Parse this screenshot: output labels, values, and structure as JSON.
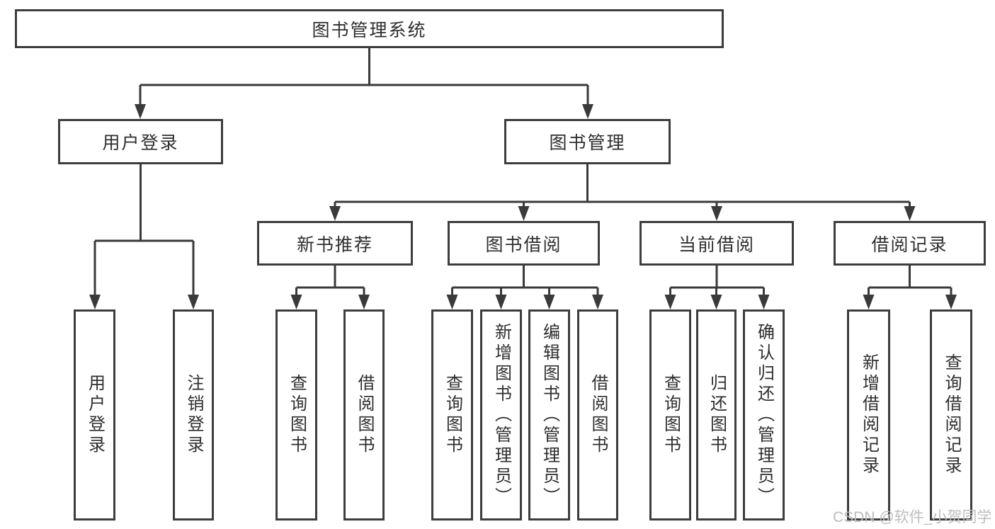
{
  "tree": {
    "root": {
      "label": "图书管理系统",
      "children": [
        {
          "label": "用户登录",
          "children": [
            {
              "label": "用户登录"
            },
            {
              "label": "注销登录"
            }
          ]
        },
        {
          "label": "图书管理",
          "children": [
            {
              "label": "新书推荐",
              "children": [
                {
                  "label": "查询图书"
                },
                {
                  "label": "借阅图书"
                }
              ]
            },
            {
              "label": "图书借阅",
              "children": [
                {
                  "label": "查询图书"
                },
                {
                  "label": "新增图书（管理员）"
                },
                {
                  "label": "编辑图书（管理员）"
                },
                {
                  "label": "借阅图书"
                }
              ]
            },
            {
              "label": "当前借阅",
              "children": [
                {
                  "label": "查询图书"
                },
                {
                  "label": "归还图书"
                },
                {
                  "label": "确认归还（管理员）"
                }
              ]
            },
            {
              "label": "借阅记录",
              "children": [
                {
                  "label": "新增借阅记录"
                },
                {
                  "label": "查询借阅记录"
                }
              ]
            }
          ]
        }
      ]
    }
  },
  "watermark": {
    "text": "CSDN @软件_小贺同学"
  },
  "colors": {
    "box_border": "#3d3d3d",
    "connector_line": "#3a3a3a",
    "text": "#2e2e2e",
    "watermark": "#bdbdbd",
    "background": "#ffffff"
  }
}
